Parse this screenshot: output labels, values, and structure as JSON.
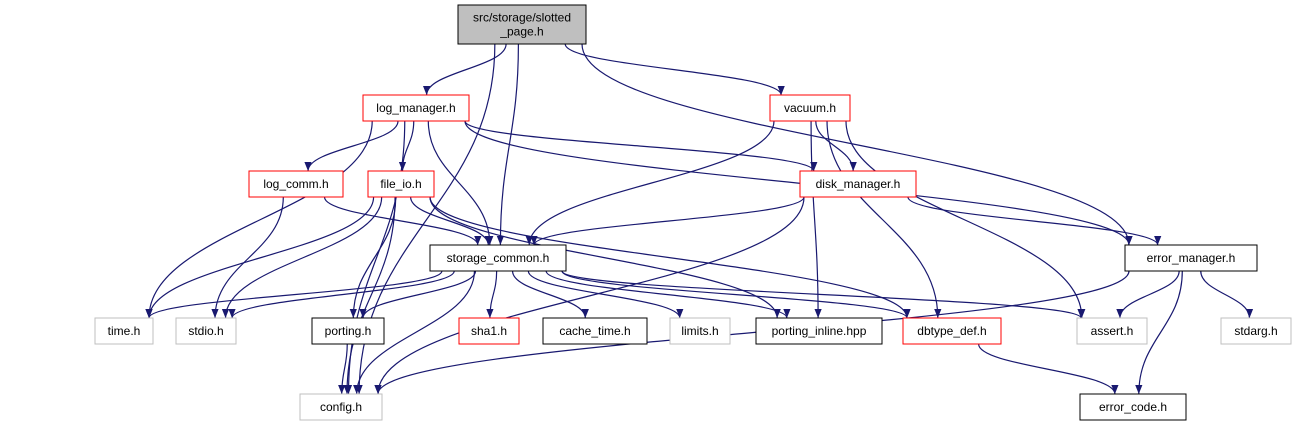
{
  "colors": {
    "edge": "#191970",
    "root_fill": "#bfbfbf",
    "border_black": "#000000",
    "border_red": "#ff0000",
    "border_gray": "#bfbfbf",
    "label_text": "#000000",
    "label_gray_text": "#000000"
  },
  "nodes": [
    {
      "id": "slotted_page",
      "label_lines": [
        "src/storage/slotted",
        "_page.h"
      ],
      "style": "root"
    },
    {
      "id": "log_manager",
      "label_lines": [
        "log_manager.h"
      ],
      "style": "red"
    },
    {
      "id": "vacuum",
      "label_lines": [
        "vacuum.h"
      ],
      "style": "red"
    },
    {
      "id": "log_comm",
      "label_lines": [
        "log_comm.h"
      ],
      "style": "red"
    },
    {
      "id": "file_io",
      "label_lines": [
        "file_io.h"
      ],
      "style": "red"
    },
    {
      "id": "disk_manager",
      "label_lines": [
        "disk_manager.h"
      ],
      "style": "red"
    },
    {
      "id": "storage_common",
      "label_lines": [
        "storage_common.h"
      ],
      "style": "black"
    },
    {
      "id": "error_manager",
      "label_lines": [
        "error_manager.h"
      ],
      "style": "black"
    },
    {
      "id": "time",
      "label_lines": [
        "time.h"
      ],
      "style": "gray"
    },
    {
      "id": "stdio",
      "label_lines": [
        "stdio.h"
      ],
      "style": "gray"
    },
    {
      "id": "porting",
      "label_lines": [
        "porting.h"
      ],
      "style": "black"
    },
    {
      "id": "sha1",
      "label_lines": [
        "sha1.h"
      ],
      "style": "red"
    },
    {
      "id": "cache_time",
      "label_lines": [
        "cache_time.h"
      ],
      "style": "black"
    },
    {
      "id": "limits",
      "label_lines": [
        "limits.h"
      ],
      "style": "gray"
    },
    {
      "id": "porting_inline",
      "label_lines": [
        "porting_inline.hpp"
      ],
      "style": "black"
    },
    {
      "id": "dbtype_def",
      "label_lines": [
        "dbtype_def.h"
      ],
      "style": "red"
    },
    {
      "id": "assert",
      "label_lines": [
        "assert.h"
      ],
      "style": "gray"
    },
    {
      "id": "stdarg",
      "label_lines": [
        "stdarg.h"
      ],
      "style": "gray"
    },
    {
      "id": "config",
      "label_lines": [
        "config.h"
      ],
      "style": "gray"
    },
    {
      "id": "error_code",
      "label_lines": [
        "error_code.h"
      ],
      "style": "black"
    }
  ],
  "edges": [
    [
      "slotted_page",
      "log_manager"
    ],
    [
      "slotted_page",
      "vacuum"
    ],
    [
      "slotted_page",
      "storage_common"
    ],
    [
      "slotted_page",
      "error_manager"
    ],
    [
      "slotted_page",
      "config"
    ],
    [
      "log_manager",
      "log_comm"
    ],
    [
      "log_manager",
      "file_io"
    ],
    [
      "log_manager",
      "disk_manager"
    ],
    [
      "log_manager",
      "storage_common"
    ],
    [
      "log_manager",
      "error_manager"
    ],
    [
      "log_manager",
      "time"
    ],
    [
      "log_manager",
      "config"
    ],
    [
      "vacuum",
      "disk_manager"
    ],
    [
      "vacuum",
      "storage_common"
    ],
    [
      "vacuum",
      "porting_inline"
    ],
    [
      "vacuum",
      "dbtype_def"
    ],
    [
      "vacuum",
      "assert"
    ],
    [
      "log_comm",
      "storage_common"
    ],
    [
      "log_comm",
      "stdio"
    ],
    [
      "file_io",
      "storage_common"
    ],
    [
      "file_io",
      "time"
    ],
    [
      "file_io",
      "stdio"
    ],
    [
      "file_io",
      "porting"
    ],
    [
      "file_io",
      "porting_inline"
    ],
    [
      "file_io",
      "dbtype_def"
    ],
    [
      "file_io",
      "config"
    ],
    [
      "disk_manager",
      "storage_common"
    ],
    [
      "disk_manager",
      "error_manager"
    ],
    [
      "disk_manager",
      "config"
    ],
    [
      "storage_common",
      "time"
    ],
    [
      "storage_common",
      "stdio"
    ],
    [
      "storage_common",
      "porting"
    ],
    [
      "storage_common",
      "sha1"
    ],
    [
      "storage_common",
      "cache_time"
    ],
    [
      "storage_common",
      "limits"
    ],
    [
      "storage_common",
      "porting_inline"
    ],
    [
      "storage_common",
      "dbtype_def"
    ],
    [
      "storage_common",
      "assert"
    ],
    [
      "storage_common",
      "config"
    ],
    [
      "error_manager",
      "assert"
    ],
    [
      "error_manager",
      "stdarg"
    ],
    [
      "error_manager",
      "error_code"
    ],
    [
      "error_manager",
      "config"
    ],
    [
      "porting",
      "config"
    ],
    [
      "dbtype_def",
      "error_code"
    ]
  ]
}
